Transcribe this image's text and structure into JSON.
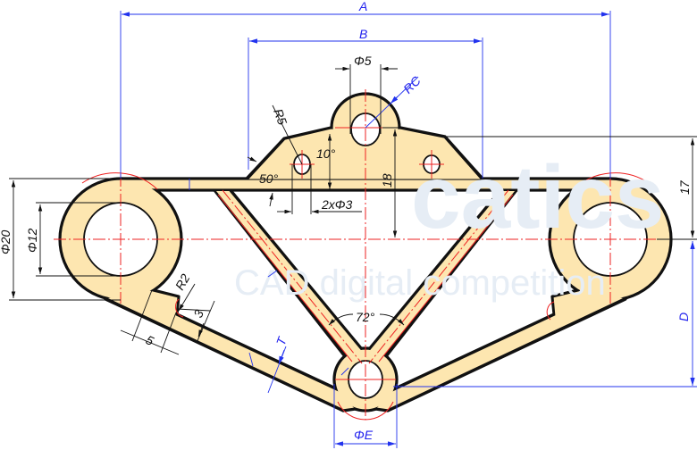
{
  "drawing": {
    "watermark_logo": "catics",
    "watermark_text": "CAD digital competition",
    "dimensions": {
      "A": "A",
      "B": "B",
      "dia5": "Φ5",
      "RC": "RC",
      "R5": "R5",
      "angle10": "10°",
      "angle50": "50°",
      "d18": "18",
      "holes": "2xΦ3",
      "d17": "17",
      "dia20": "Φ20",
      "dia12": "Φ12",
      "R2": "R2",
      "d3": "3",
      "d5": "5",
      "T": "T",
      "angle72": "72°",
      "D": "D",
      "diaE": "ΦE"
    },
    "colors": {
      "part_fill": "#fde6b0",
      "centerline": "#ee2222",
      "dimension_blue": "#2233ee"
    }
  }
}
